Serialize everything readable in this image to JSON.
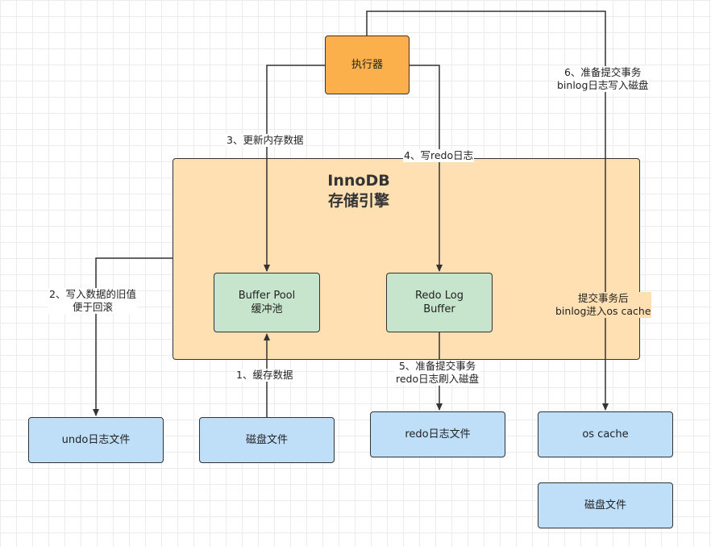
{
  "engine": {
    "title_line1": "InnoDB",
    "title_line2": "存储引擎"
  },
  "nodes": {
    "executor": "执行器",
    "buffer_pool_line1": "Buffer Pool",
    "buffer_pool_line2": "缓冲池",
    "redo_buffer_line1": "Redo Log",
    "redo_buffer_line2": "Buffer",
    "undo_file": "undo日志文件",
    "disk_file": "磁盘文件",
    "redo_file": "redo日志文件",
    "os_cache": "os cache",
    "disk_file_2": "磁盘文件"
  },
  "labels": {
    "step1": "1、缓存数据",
    "step2_line1": "2、写入数据的旧值",
    "step2_line2": "便于回滚",
    "step3": "3、更新内存数据",
    "step4": "4、写redo日志",
    "step5_line1": "5、准备提交事务",
    "step5_line2": "redo日志刷入磁盘",
    "step6_line1": "6、准备提交事务",
    "step6_line2": "binlog日志写入磁盘",
    "commit_line1": "提交事务后",
    "commit_line2": "binlog进入os cache"
  }
}
